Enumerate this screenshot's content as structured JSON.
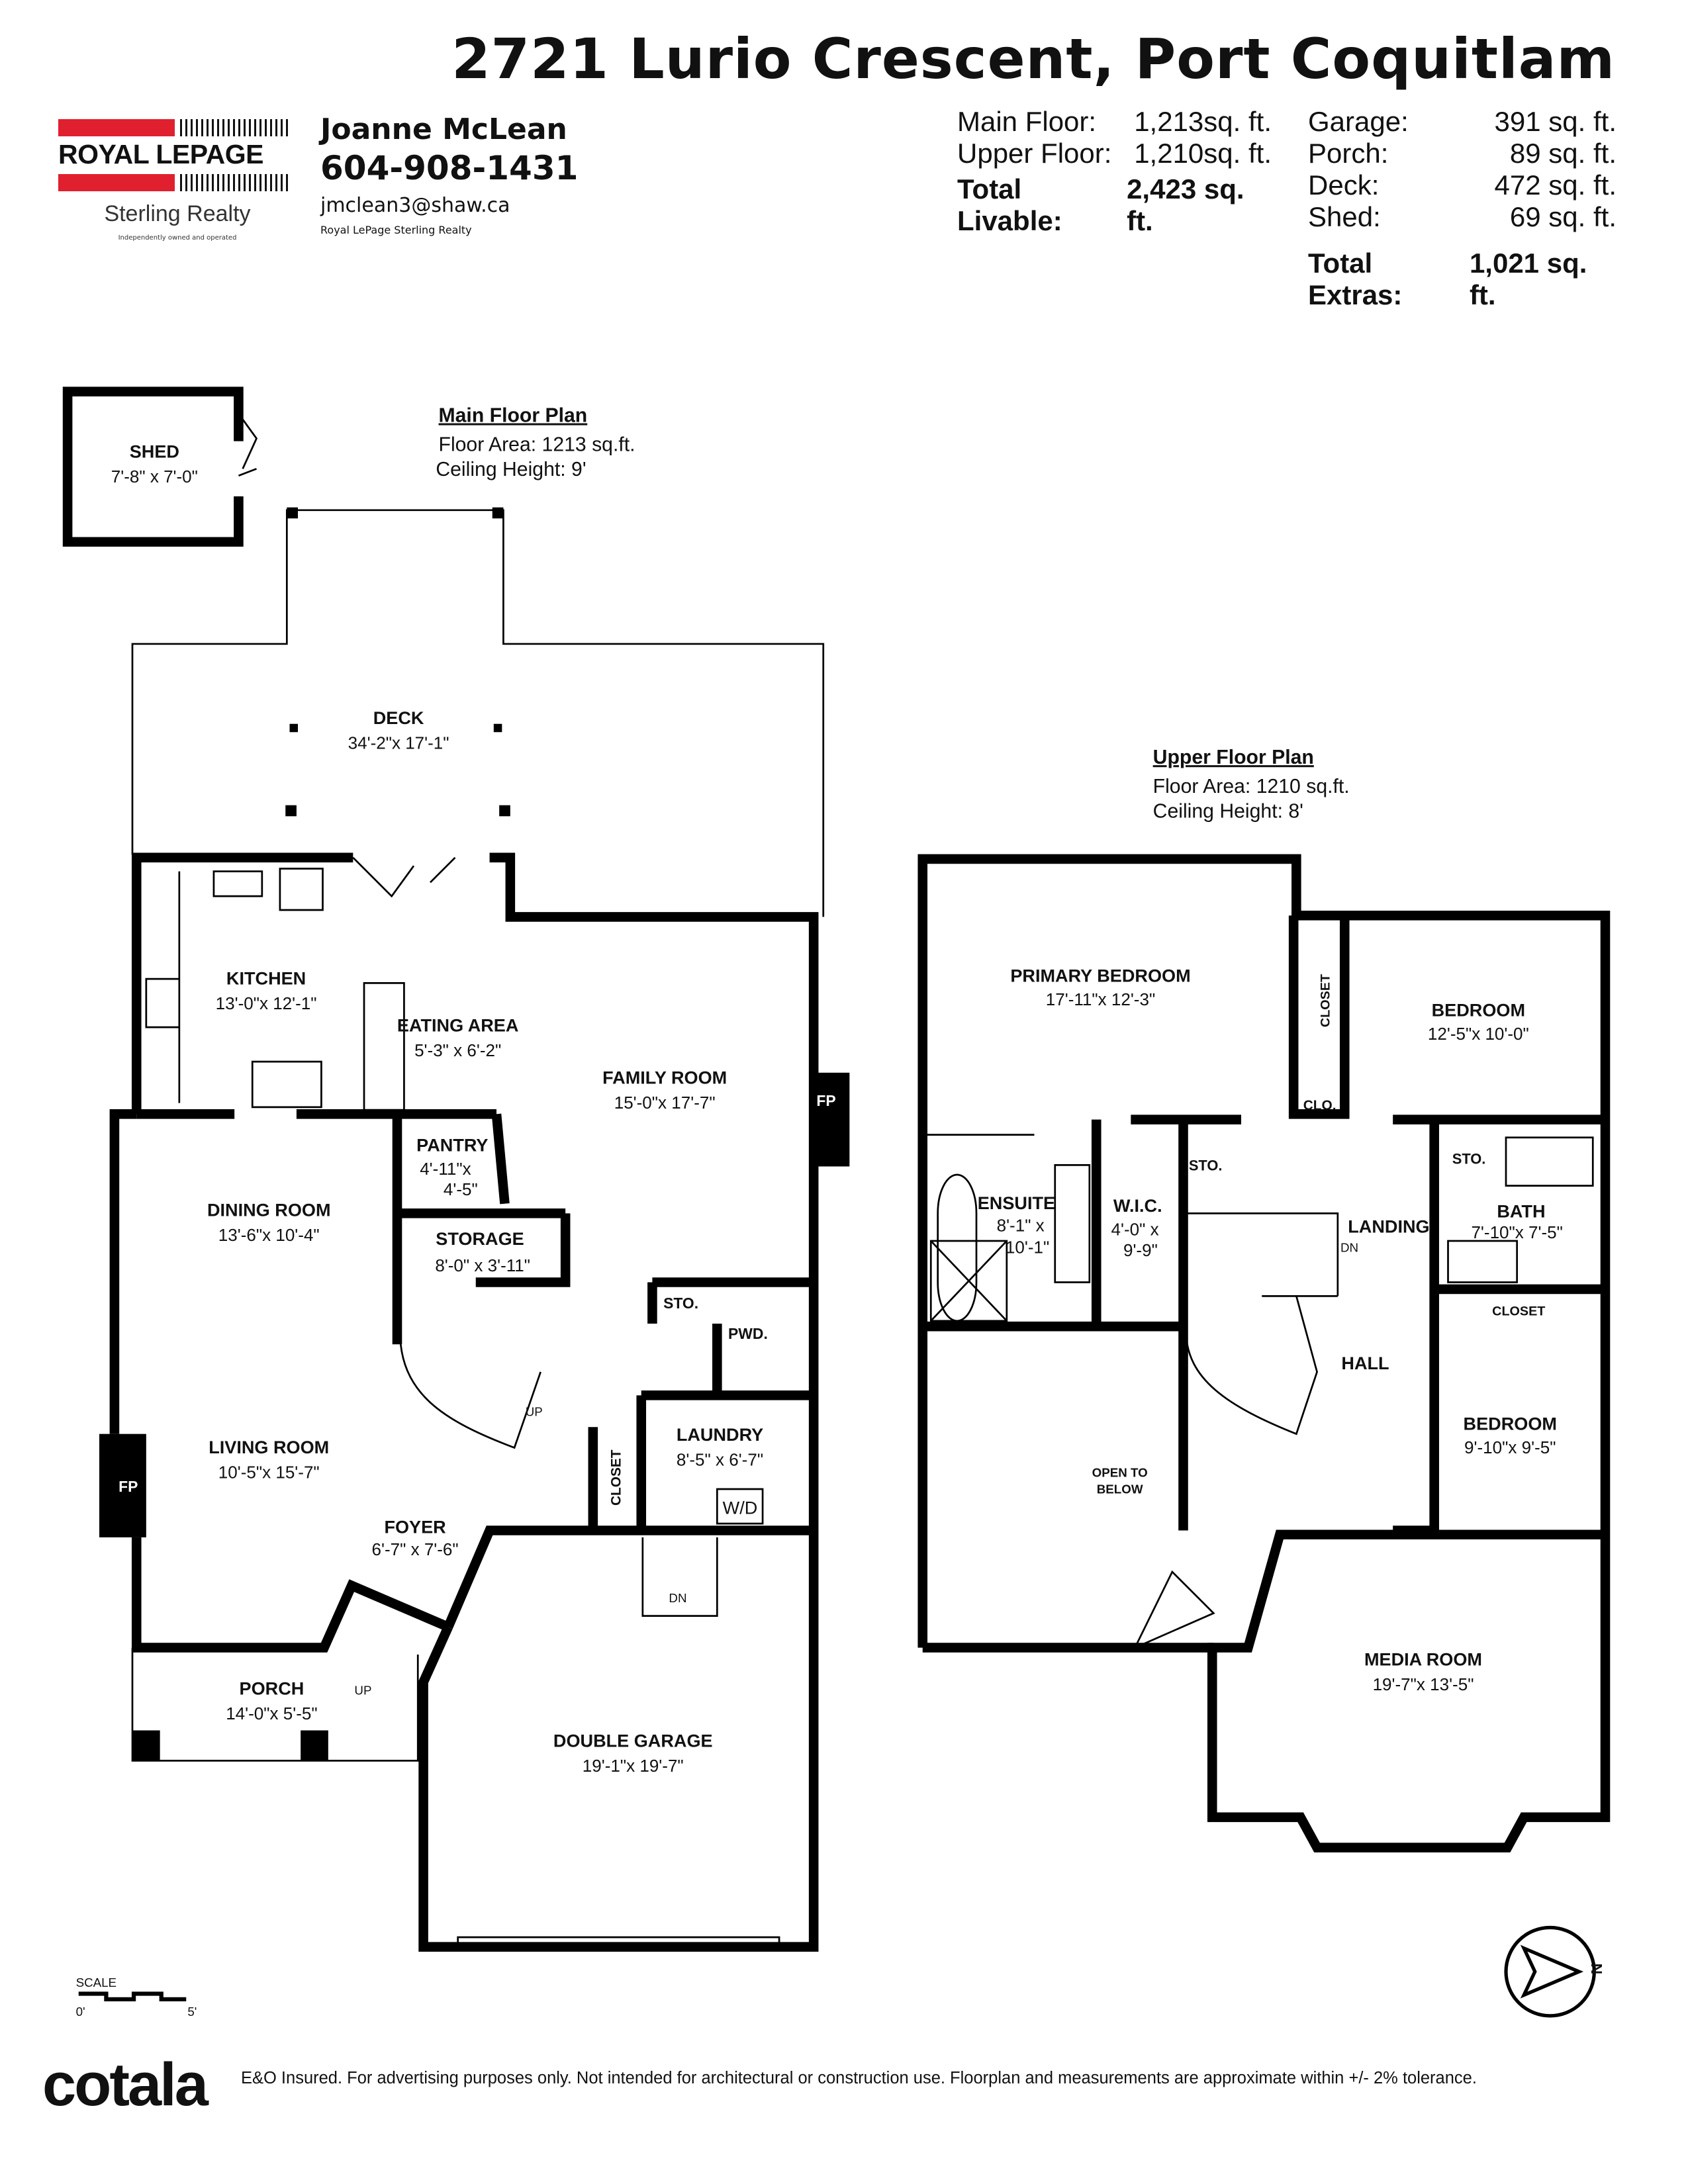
{
  "title": "2721 Lurio Crescent, Port Coquitlam",
  "brokerage": {
    "logo_text": "ROYAL LEPAGE",
    "office": "Sterling Realty",
    "tagline": "Independently owned and operated"
  },
  "agent": {
    "name": "Joanne McLean",
    "phone": "604-908-1431",
    "email": "jmclean3@shaw.ca",
    "company": "Royal LePage Sterling Realty"
  },
  "areas": {
    "livable": [
      {
        "label": "Main Floor:",
        "value": "1,213sq. ft."
      },
      {
        "label": "Upper Floor:",
        "value": "1,210sq. ft."
      }
    ],
    "total_livable": {
      "label": "Total Livable:",
      "value": "2,423 sq. ft."
    },
    "extras": [
      {
        "label": "Garage:",
        "value": "391 sq. ft."
      },
      {
        "label": "Porch:",
        "value": "89 sq. ft."
      },
      {
        "label": "Deck:",
        "value": "472 sq. ft."
      },
      {
        "label": "Shed:",
        "value": "69 sq. ft."
      }
    ],
    "total_extras": {
      "label": "Total Extras:",
      "value": "1,021 sq. ft."
    }
  },
  "main_floor": {
    "heading": "Main Floor Plan",
    "floor_area": "Floor Area: 1213 sq.ft.",
    "ceiling": "Ceiling Height: 9'",
    "rooms": {
      "shed": {
        "name": "SHED",
        "dim": "7'-8\" x 7'-0\""
      },
      "deck": {
        "name": "DECK",
        "dim": "34'-2\"x 17'-1\""
      },
      "kitchen": {
        "name": "KITCHEN",
        "dim": "13'-0\"x 12'-1\""
      },
      "eating": {
        "name": "EATING AREA",
        "dim": "5'-3\" x 6'-2\""
      },
      "family": {
        "name": "FAMILY ROOM",
        "dim": "15'-0\"x 17'-7\""
      },
      "pantry": {
        "name": "PANTRY",
        "dim1": "4'-11\"x",
        "dim2": "4'-5\""
      },
      "dining": {
        "name": "DINING ROOM",
        "dim": "13'-6\"x 10'-4\""
      },
      "storage": {
        "name": "STORAGE",
        "dim": "8'-0\" x 3'-11\""
      },
      "living": {
        "name": "LIVING ROOM",
        "dim": "10'-5\"x 15'-7\""
      },
      "foyer": {
        "name": "FOYER",
        "dim": "6'-7\" x 7'-6\""
      },
      "laundry": {
        "name": "LAUNDRY",
        "dim": "8'-5\" x 6'-7\""
      },
      "porch": {
        "name": "PORCH",
        "dim": "14'-0\"x 5'-5\""
      },
      "garage": {
        "name": "DOUBLE GARAGE",
        "dim": "19'-1\"x 19'-7\""
      }
    },
    "small_labels": {
      "fp_left": "FP",
      "fp_right": "FP",
      "sto": "STO.",
      "pwd": "PWD.",
      "closet": "CLOSET",
      "wd": "W/D",
      "up1": "UP",
      "up2": "UP",
      "dn": "DN"
    }
  },
  "upper_floor": {
    "heading": "Upper Floor Plan",
    "floor_area": "Floor Area: 1210 sq.ft.",
    "ceiling": "Ceiling Height: 8'",
    "rooms": {
      "primary": {
        "name": "PRIMARY BEDROOM",
        "dim": "17'-11\"x 12'-3\""
      },
      "bedroom1": {
        "name": "BEDROOM",
        "dim": "12'-5\"x 10'-0\""
      },
      "ensuite": {
        "name": "ENSUITE",
        "dim1": "8'-1\" x",
        "dim2": "10'-1\""
      },
      "wic": {
        "name": "W.I.C.",
        "dim1": "4'-0\" x",
        "dim2": "9'-9\""
      },
      "landing": {
        "name": "LANDING"
      },
      "bath": {
        "name": "BATH",
        "dim": "7'-10\"x 7'-5\""
      },
      "hall": {
        "name": "HALL"
      },
      "bedroom2": {
        "name": "BEDROOM",
        "dim": "9'-10\"x 9'-5\""
      },
      "open": {
        "name1": "OPEN TO",
        "name2": "BELOW"
      },
      "media": {
        "name": "MEDIA ROOM",
        "dim": "19'-7\"x 13'-5\""
      }
    },
    "small_labels": {
      "closet_v": "CLOSET",
      "clo": "CLO.",
      "sto1": "STO.",
      "sto2": "STO.",
      "closet_h": "CLOSET",
      "dn": "DN"
    }
  },
  "scale": {
    "label": "SCALE",
    "min": "0'",
    "max": "5'"
  },
  "compass": {
    "letter": "N"
  },
  "footer": {
    "brand": "cotala",
    "disclaimer": "E&O Insured. For advertising purposes only. Not intended for architectural or construction use. Floorplan and measurements are approximate within +/- 2% tolerance."
  }
}
